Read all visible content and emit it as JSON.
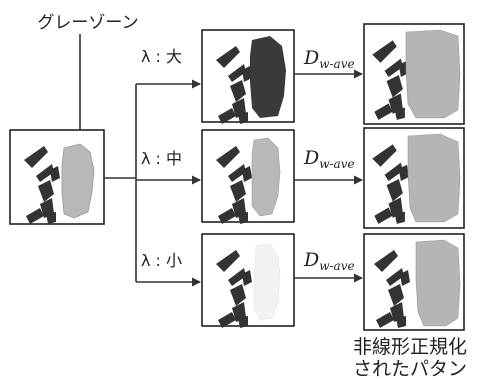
{
  "gray_zone_label": "グレーゾーン",
  "branches": [
    {
      "lambda_label": "λ : 大",
      "gray_level": "dark"
    },
    {
      "lambda_label": "λ : 中",
      "gray_level": "medium"
    },
    {
      "lambda_label": "λ : 小",
      "gray_level": "faint"
    }
  ],
  "d_label": {
    "main": "D",
    "sub": "w-ave"
  },
  "caption": [
    "非線形正規化",
    "されたパタン"
  ],
  "colors": {
    "dark_ink": "#333333",
    "blob_dark": "#3a3a3a",
    "blob_medium": "#b8b8b8",
    "blob_faint": "#f2f2f2",
    "blob_output": "#b5b5b5"
  }
}
